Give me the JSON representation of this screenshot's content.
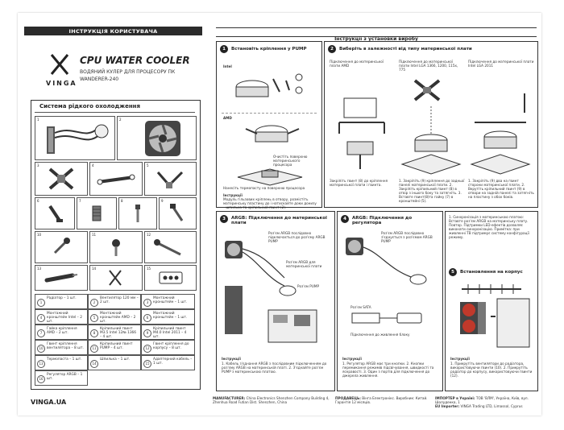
{
  "left": {
    "header": "ІНСТРУКЦІЯ КОРИСТУВАЧА",
    "brand": "VINGA",
    "product_title": "CPU WATER COOLER",
    "subtitle_line1": "ВОДЯНИЙ КУЛЕР ДЛЯ ПРОЦЕСОРУ ПК",
    "subtitle_line2": "WANDERER-240",
    "system_title": "Система рідкого охолодження",
    "website": "VINGA.UA",
    "parts": [
      {
        "n": "1",
        "text": "Радіатор – 1 шт."
      },
      {
        "n": "2",
        "text": "Вентилятор 120 мм – 2 шт."
      },
      {
        "n": "3",
        "text": "Монтажний кронштейн – 1 шт."
      },
      {
        "n": "4",
        "text": "Монтажний кронштейн Intel – 2 шт."
      },
      {
        "n": "5",
        "text": "Монтажний кронштейн AMD – 2 шт."
      },
      {
        "n": "6",
        "text": "Монтажний кронштейн – 1 шт."
      },
      {
        "n": "7",
        "text": "Гайка кріплення AMD – 2 шт."
      },
      {
        "n": "8",
        "text": "Кріпильний гвинт M3.5 Intel 12№ 1366 – 4 шт."
      },
      {
        "n": "9",
        "text": "Кріпильний гвинт M4.0 Intel 2011 – 4 шт."
      },
      {
        "n": "10",
        "text": "Гвинт кріплення вентилятора – 8 шт."
      },
      {
        "n": "11",
        "text": "Кріпильний гвинт PUMP – 4 шт."
      },
      {
        "n": "12",
        "text": "Гвинт кріплення до корпусу – 8 шт."
      },
      {
        "n": "13",
        "text": "Термопаста – 1 шт."
      },
      {
        "n": "14",
        "text": "Шпилька – 1 шт."
      },
      {
        "n": "15",
        "text": "Адаптерний кабель – 1 шт."
      },
      {
        "n": "16",
        "text": "Регулятор ARGB – 1 шт."
      }
    ]
  },
  "right": {
    "header": "Інструкції з установки виробу",
    "step1": {
      "num": "1",
      "title": "Встановіть кріплення у PUMP",
      "intel": "Intel",
      "amd": "AMD",
      "note_paste": "Очистіть поверхню материнського процесора",
      "note_apply": "Нанесіть термопасту на поверхню процесора",
      "instr_title": "Інструкції",
      "instr_text": "Модуль гільзових кріплень в отвору, розмістіть материнську пластину до і натискайте доки донизу – шпилька та кріпильний гвинт (2)."
    },
    "step2": {
      "num": "2",
      "title": "Виберіть в залежності від типу материнської плати",
      "col1": "Підключення до материнської плати AMD",
      "col2": "Підключення до материнської плати Intel LGA 1366, 1200, 115x, 775",
      "col3": "Підключення до материнської плати Intel LGA 2011",
      "note_a": "Закріпіть гвинт (8) до кріплення материнської плати і гвинта.",
      "note_b": "1. Закріпіть (9) кріплення до задньої панелі материнської плати. 2. Закріпіть кріпильний гвинт (8) в отвір з іншого боку та затягніть. 3. Вставте гвинт(8)та гайку (7) в кронштейні (5).",
      "note_c": "1. Закріпіть (9) два на гвинт сторони материнської плати. 2. Вкрутіть кріпильний гвинт (9) в отвори на задній панелі та затягніть на пластину з обох боків."
    },
    "step3": {
      "num": "3",
      "title": "ARGB: Підключення до материнської плати",
      "label_a": "Роз'єм ARGB послідовно підключається до роз'єму ARGB PUMP",
      "label_b": "Роз'єм ARGB для материнської плати",
      "label_c": "Роз'єм PUMP",
      "instr_title": "Інструкції",
      "instr_text": "1. Кабель з'єднання ARGB з послідовним підключенням до роз'єму ARGB на материнській платі. 2. З'єднайте роз'єм PUMP з материнською платою."
    },
    "step4": {
      "num": "4",
      "title": "ARGB: Підключення до регулятора",
      "label_a": "Роз'єм ARGB послідовно з'єднується з роз'ємом ARGB PUMP",
      "label_b": "Роз'єм SATA",
      "label_c": "Підключення до живлення блоку",
      "instr_title": "Інструкції",
      "instr_text": "1. Регулятор ARGB має три кнопки. 2. Кнопки перемикання режимів підсвічування, швидкості та яскравості. 3. Один з портів для підключення до джерела живлення."
    },
    "step5": {
      "num": "5",
      "title": "Встановлення на корпус",
      "top_text": "1. Синхронізація з материнською платою: Вставте роз'єм ARGB на материнську плату. Повтор. Підтримки LED-ефектів дозволяє виконати синхронізацію. Примітка: при живленні ТВ підтримує систему конфігурації режиму.",
      "instr_title": "Інструкції",
      "instr_text": "1. Прикрутіть вентилятори до радіатора, використовуючи гвинти (10). 2. Прикрутіть радіатор до корпусу, використовуючи гвинти (12)."
    }
  },
  "footer": {
    "manufacturer_label": "MANUFACTURER:",
    "manufacturer_text": "China Electronics Shenzhen Company Building 4, Zhenhua Road Futian Dist. Shenzhen, China",
    "importer_label": "ІМПОРТЕР в Україні:",
    "importer_text": "ТОВ 'ВЛМ', Україна, Київ, вул. Шолуденка, 1",
    "seller_label": "ПРОДАВЕЦЬ:",
    "seller_text": "Вінга Електронікс. Виробник: Китай. Гарантія 12 місяців.",
    "eu_label": "EU Importer:",
    "eu_text": "VINGA Trading LTD, Limassol, Cyprus"
  }
}
